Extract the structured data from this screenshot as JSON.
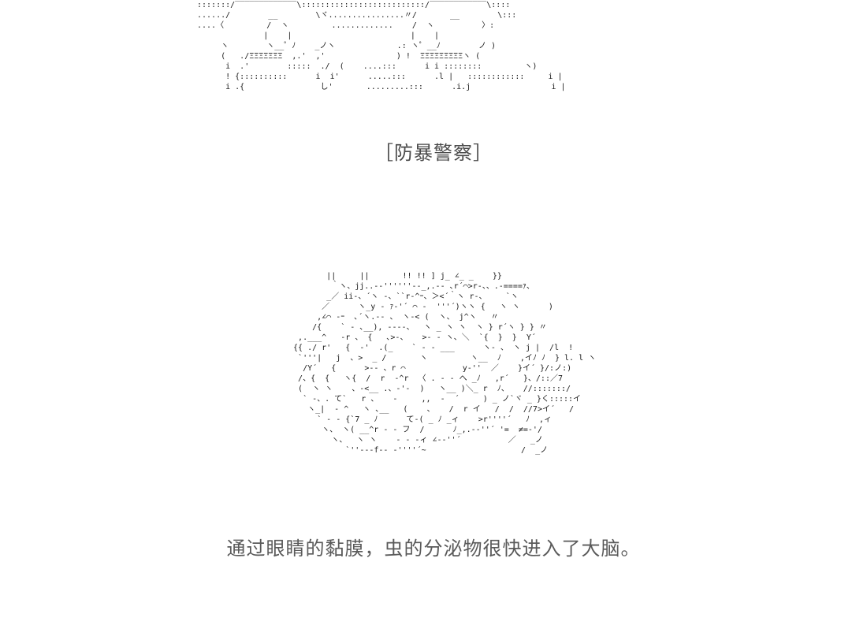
{
  "top_art": {
    "lines": [
      ":::::::/‾‾‾‾‾‾‾‾‾‾‾‾‾\\::::::::::::::::::::::::::/‾‾‾‾‾‾‾‾‾‾‾‾\\::::",
      "....../        __        \\ヾ................〃/       __        \\:::",
      "....〈         /  ヽ         .............    /  ヽ          〉:",
      "              |    |                         |    |",
      "     ヽ        ヽ__゜ﾉ    _ノヽ             .: ヽ゜__ﾉ        ノ )",
      "     (   ./ΞΞΞΞΞΞΞ  ,.'  ,'               ) !  ΞΞΞΞΞΞΞΞΞヽ (",
      "      i  .'        :::::  ./  (    ....:::      i i ::::::::         ヽ)",
      "      ! {::::::::::      i  i'      .....:::      .l |   ::::::::::::     i |",
      "      i .{                し'       .........:::      .i.j                 i |"
    ]
  },
  "title_caption": "［防暴警察］",
  "brain_art": {
    "lines": [
      "         ||     ||       !! !! ] j_ ∠_ _    }}",
      "          ｀ヽ、jj..-‐''''''‐-_,.-‐ ､r´⌒>r-、、.-====ｧ、",
      "         _／ ii-、´ヽ -、``r‐^ｰ、＞<´｀ヽ r-、    `ヽ",
      "        ／      ヽ_y ‐ ｧ-'´ ⌒ ‐  '''´)ヽヽ {   ヽ ヽ      )",
      "       ,∠⌒ ‐ｰ  ､´ヽ.-‐ 、 ヽ‐< (  ヽ、 j^ヽ   〃",
      "      /{    ` ‐ ､__), -‐‐‐、  ヽ _ ヽ ヽ  ヽ } r´ヽ } } 〃",
      "   ,.___^   ‐r 、 {   ､>-、   >‐ ‐ ヽ、＼  `{  }  }  Y´",
      "  {{ ./ r'   {  ‐'  .(_    ` ‐ - ___      ヽ- 、 ヽ j |  /l  !",
      "   `'''|   j  、>  _ /       ヽ         ヽ__  ﾉ    ,イﾉ ﾉ  } l. l ヽ",
      "    /Y´   {      >‐‐ 、r ⌒            y‐''  ／    }イ´ }/:ノ:)",
      "   /、{  {   ヽ{  /  r  ‐^r  〈 . ‐ ‐ へ _ﾉ   ,r´   }、/::／7",
      "   (  ヽ ヽ    、‐<__ .、-'‐  )   ヽ__ )＼_ r  ﾉ、   //:::::::/",
      "    ` -、. て`   r 、   ‐     ,,  -  ´     ) _ ノ`ヾ _ }く:::::イ",
      "     ヽ_|  ‐ ^   ヽ ､__   (    、   /  r イ   /  /  //7>イ´   /",
      "       ` ‐ - {`7 _ ﾉ      て‐( _ ﾉ _ィ    >r''''´   ﾉ  ,ィ",
      "        ヽ、 ヽ( __^r ‐ ‐ フ  /      ﾉ_,.-‐''´ '=  ≠=-'/",
      "          ヽ、  ヽ ヽ    ‐ ‐ ‐ィ ∠‐‐''´          ／   _ノ",
      "             `''‐-‐f‐- ‐''''´~                    /  _ノ"
    ]
  },
  "body_caption": "通过眼睛的黏膜，虫的分泌物很快进入了大脑。"
}
